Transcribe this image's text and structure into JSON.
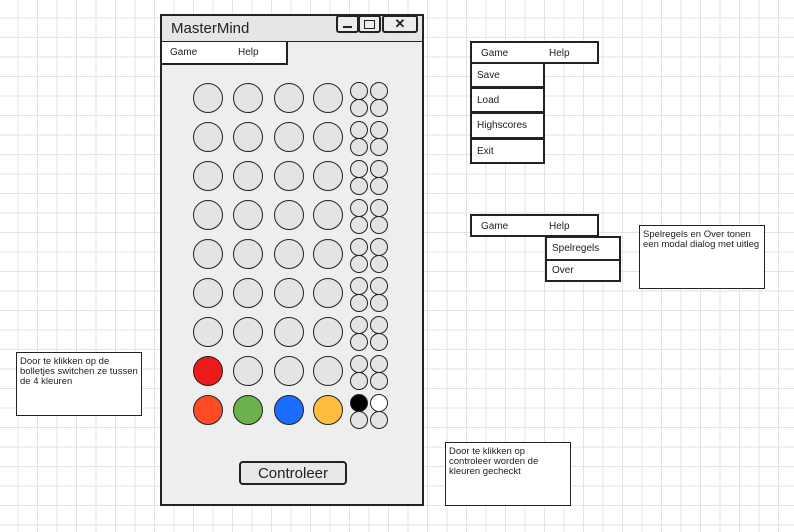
{
  "window": {
    "title": "MasterMind",
    "menu": {
      "game": "Game",
      "help": "Help"
    },
    "check_button": "Controleer"
  },
  "board": {
    "colors": {
      "empty": "#e4e4e4",
      "red": "#ff4b25",
      "red_dark": "#ee1a1a",
      "green": "#6db14c",
      "blue": "#1a6dff",
      "yellow": "#ffbd3f",
      "black": "#000000",
      "white": "#ffffff"
    },
    "rows": [
      [
        "empty",
        "empty",
        "empty",
        "empty"
      ],
      [
        "empty",
        "empty",
        "empty",
        "empty"
      ],
      [
        "empty",
        "empty",
        "empty",
        "empty"
      ],
      [
        "empty",
        "empty",
        "empty",
        "empty"
      ],
      [
        "empty",
        "empty",
        "empty",
        "empty"
      ],
      [
        "empty",
        "empty",
        "empty",
        "empty"
      ],
      [
        "empty",
        "empty",
        "empty",
        "empty"
      ],
      [
        "red_dark",
        "empty",
        "empty",
        "empty"
      ],
      [
        "red",
        "green",
        "blue",
        "yellow"
      ]
    ],
    "hints": [
      [
        "empty",
        "empty",
        "empty",
        "empty"
      ],
      [
        "empty",
        "empty",
        "empty",
        "empty"
      ],
      [
        "empty",
        "empty",
        "empty",
        "empty"
      ],
      [
        "empty",
        "empty",
        "empty",
        "empty"
      ],
      [
        "empty",
        "empty",
        "empty",
        "empty"
      ],
      [
        "empty",
        "empty",
        "empty",
        "empty"
      ],
      [
        "empty",
        "empty",
        "empty",
        "empty"
      ],
      [
        "empty",
        "empty",
        "empty",
        "empty"
      ],
      [
        "black",
        "white",
        "empty",
        "empty"
      ]
    ]
  },
  "game_menu": {
    "bar": {
      "game": "Game",
      "help": "Help"
    },
    "items": [
      "Save",
      "Load",
      "Highscores",
      "Exit"
    ]
  },
  "help_menu": {
    "bar": {
      "game": "Game",
      "help": "Help"
    },
    "items": [
      "Spelregels",
      "Over"
    ]
  },
  "notes": {
    "help_note": "Spelregels en Over tonen een modal dialog met uitleg",
    "pegs_note": "Door te klikken op de bolletjes switchen ze tussen de 4 kleuren",
    "check_note": "Door te klikken op controleer worden de kleuren gecheckt"
  }
}
